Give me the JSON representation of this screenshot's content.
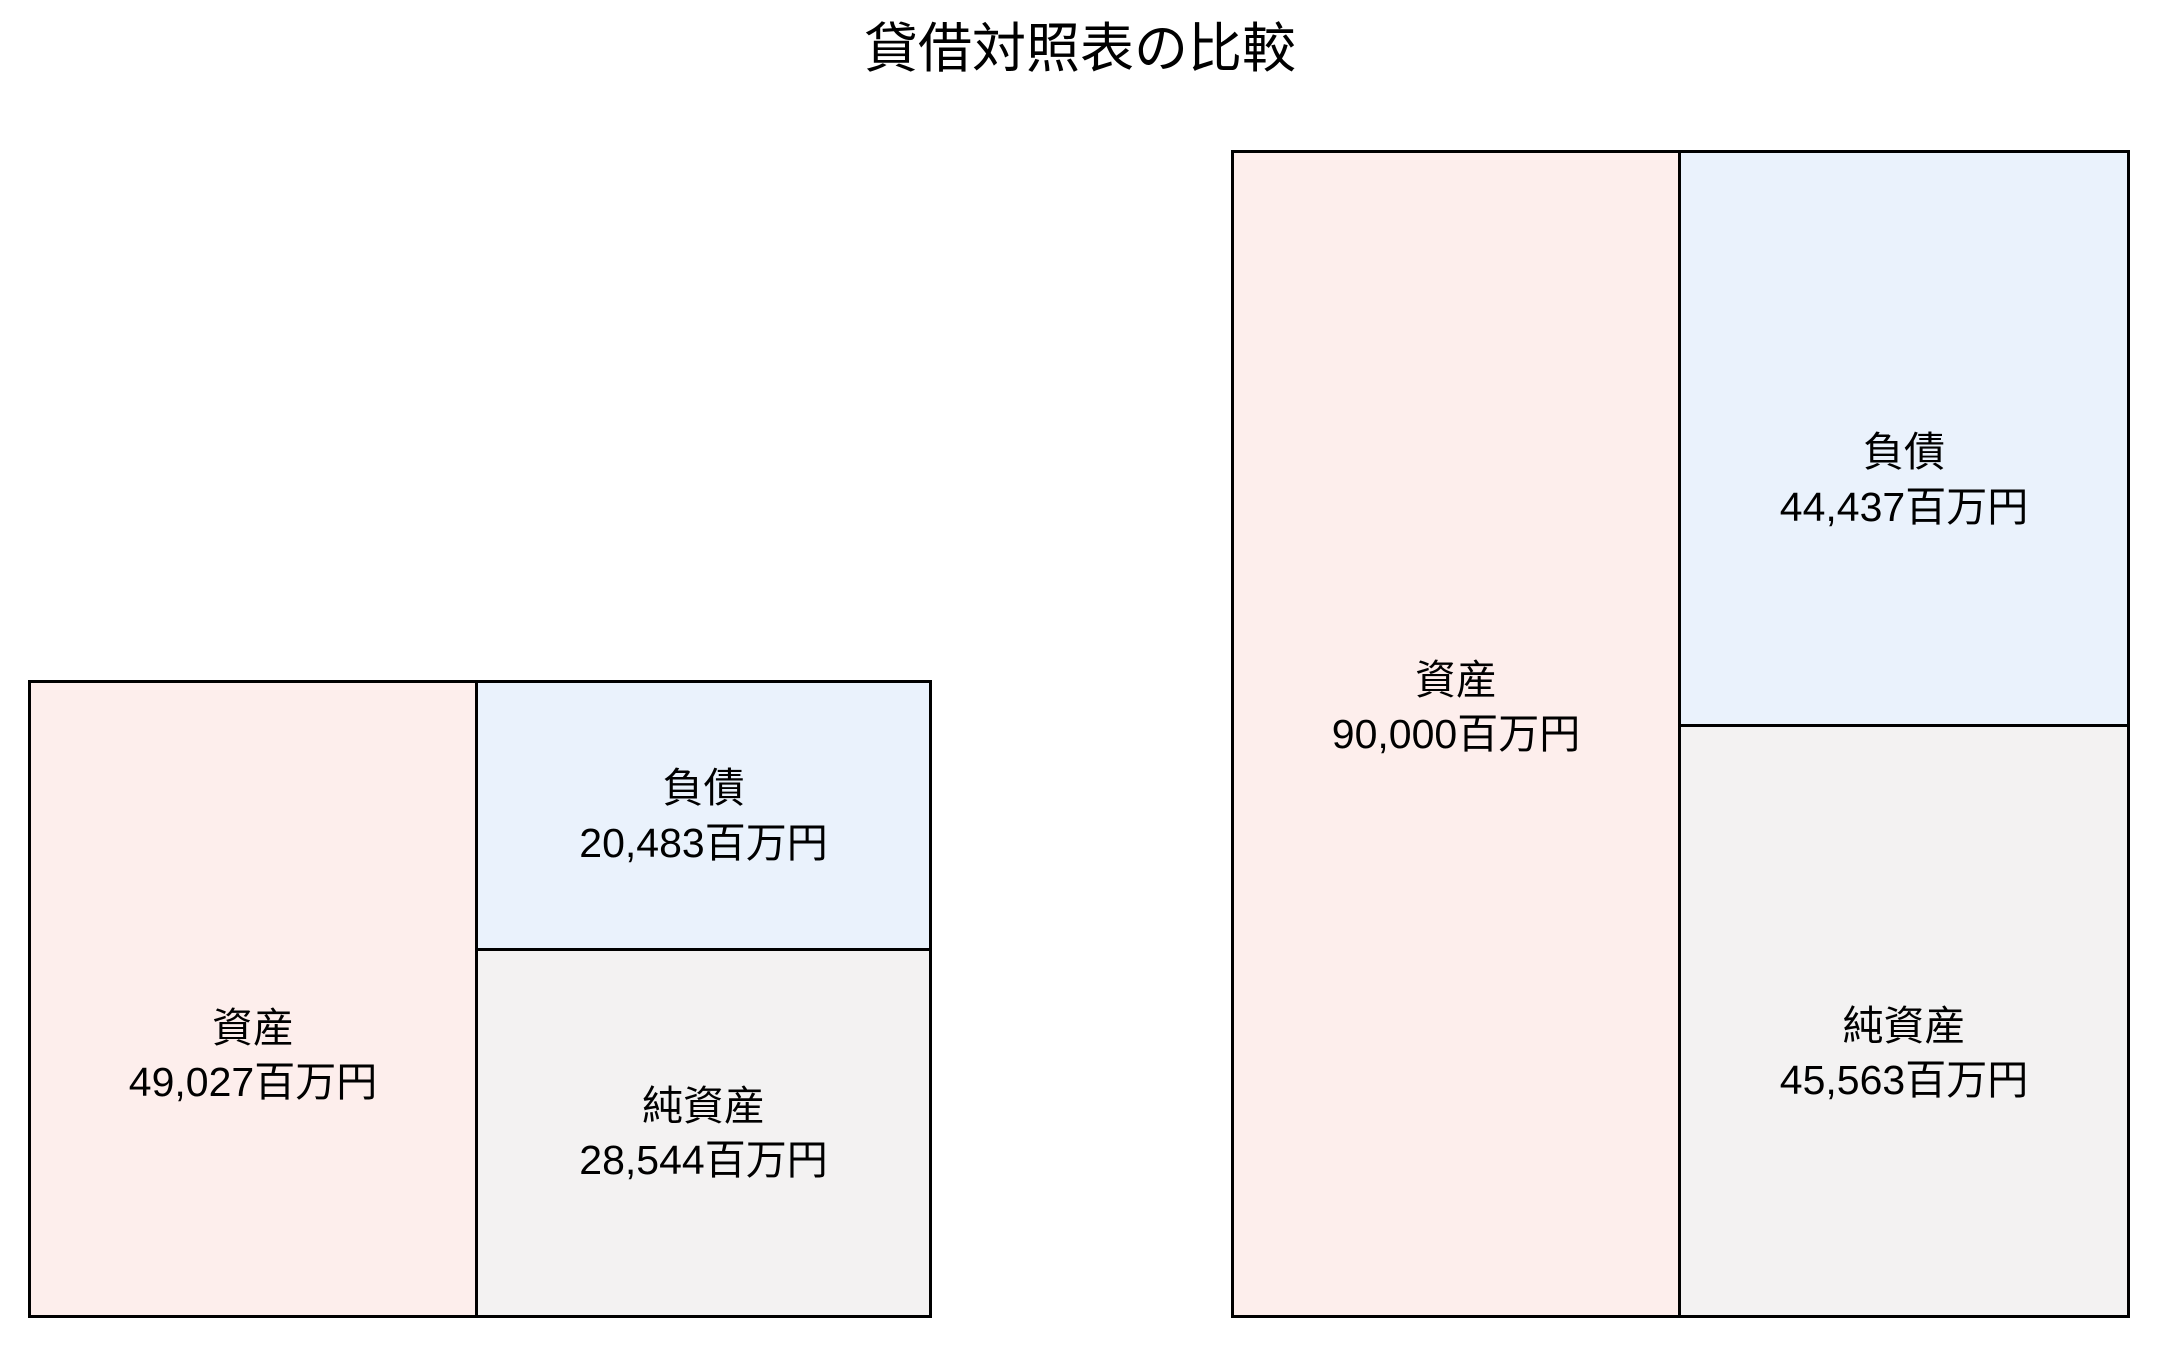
{
  "chart_data": {
    "type": "bar",
    "title": "貸借対照表の比較",
    "unit_suffix": "百万円",
    "xlabel": "",
    "ylabel": "",
    "grid": false,
    "legend": "none",
    "panels": [
      {
        "id": "left",
        "name": "",
        "total_assets": 49027,
        "items": [
          {
            "key": "assets",
            "label": "資産",
            "value": 49027,
            "value_text": "49,027百万円",
            "color": "#fdeeec",
            "side": "left"
          },
          {
            "key": "liabilities",
            "label": "負債",
            "value": 20483,
            "value_text": "20,483百万円",
            "color": "#eaf2fc",
            "side": "right-top"
          },
          {
            "key": "net_assets",
            "label": "純資産",
            "value": 28544,
            "value_text": "28,544百万円",
            "color": "#f3f2f2",
            "side": "right-bottom"
          }
        ]
      },
      {
        "id": "right",
        "name": "",
        "total_assets": 90000,
        "items": [
          {
            "key": "assets",
            "label": "資産",
            "value": 90000,
            "value_text": "90,000百万円",
            "color": "#fdeeec",
            "side": "left"
          },
          {
            "key": "liabilities",
            "label": "負債",
            "value": 44437,
            "value_text": "44,437百万円",
            "color": "#eaf2fc",
            "side": "right-top"
          },
          {
            "key": "net_assets",
            "label": "純資産",
            "value": 45563,
            "value_text": "45,563百万円",
            "color": "#f3f2f2",
            "side": "right-bottom"
          }
        ]
      }
    ]
  },
  "colors": {
    "assets": "#fdeeec",
    "liabilities": "#eaf2fc",
    "net_assets": "#f3f2f2",
    "border": "#000000",
    "background": "#ffffff",
    "text": "#000000"
  }
}
